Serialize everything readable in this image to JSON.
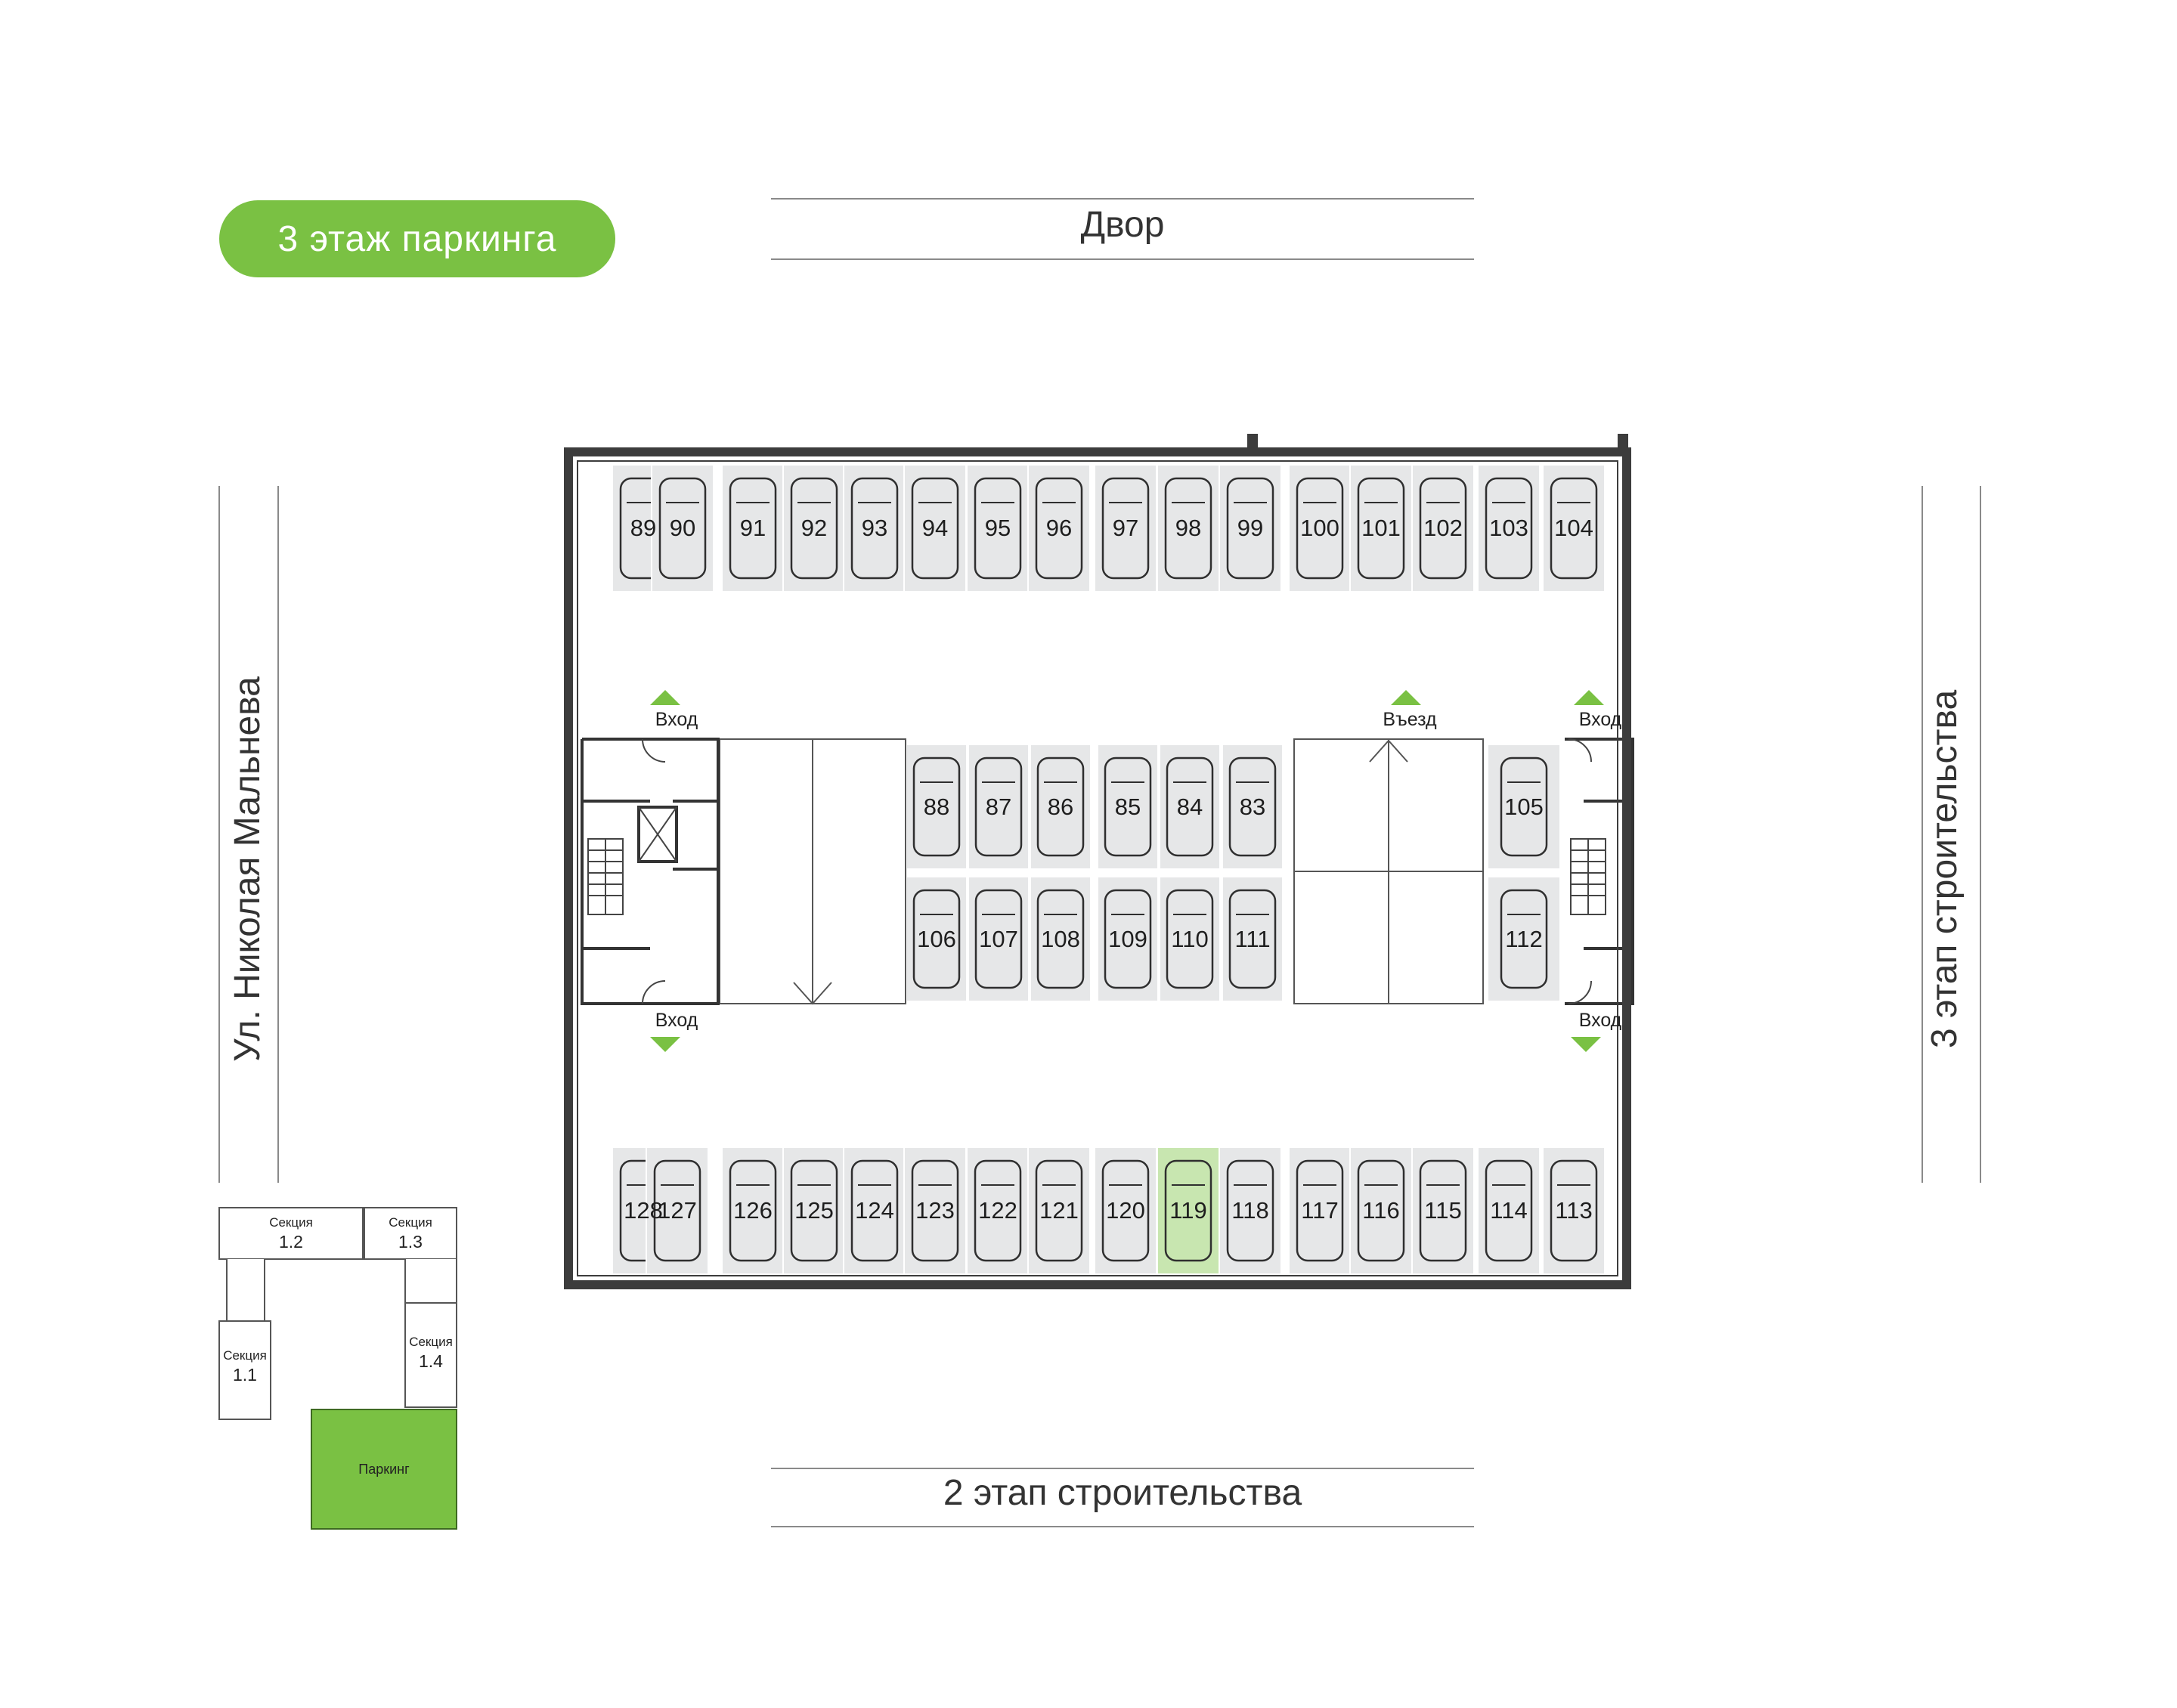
{
  "floor_badge": "3 этаж паркинга",
  "streets": {
    "top": "Двор",
    "bottom": "2 этап строительства",
    "left": "Ул. Николая Мальнева",
    "right": "3 этап строительства"
  },
  "labels": {
    "entrance": "Вход",
    "driveway": "Въезд"
  },
  "selected_spot": "119",
  "colors": {
    "accent": "#7ac143",
    "selected_spot": "#c8e6b0",
    "spot": "#e6e7e8",
    "wall": "#3c3c3c"
  },
  "rows": {
    "top": [
      "89",
      "90",
      "91",
      "92",
      "93",
      "94",
      "95",
      "96",
      "97",
      "98",
      "99",
      "100",
      "101",
      "102",
      "103",
      "104"
    ],
    "middle_upper": [
      "88",
      "87",
      "86",
      "85",
      "84",
      "83"
    ],
    "middle_lower": [
      "106",
      "107",
      "108",
      "109",
      "110",
      "111"
    ],
    "right_upper": [
      "105"
    ],
    "right_lower": [
      "112"
    ],
    "bottom": [
      "128",
      "127",
      "126",
      "125",
      "124",
      "123",
      "122",
      "121",
      "120",
      "119",
      "118",
      "117",
      "116",
      "115",
      "114",
      "113"
    ]
  },
  "mini_map": {
    "section_label": "Секция",
    "sections": [
      "1.2",
      "1.3",
      "1.1",
      "1.4"
    ],
    "parking": "Паркинг"
  }
}
